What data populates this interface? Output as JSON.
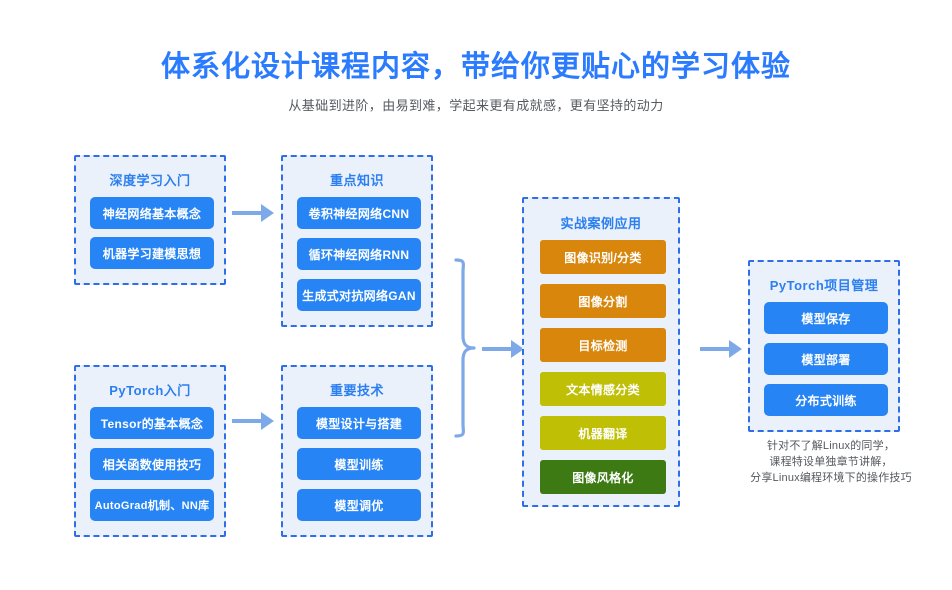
{
  "header": {
    "title": "体系化设计课程内容，带给你更贴心的学习体验",
    "subtitle": "从基础到进阶，由易到难，学起来更有成就感，更有坚持的动力"
  },
  "colors": {
    "title_blue": "#2B7BFF",
    "panel_border": "#2E6EE8",
    "panel_fill": "#EBF1FB",
    "chip_blue": "#2684F5",
    "chip_orange": "#D9860C",
    "chip_olive": "#BFBF06",
    "chip_green": "#3D7A14",
    "arrow_blue": "#7EA9E8"
  },
  "groups": {
    "deep_learning_intro": {
      "title": "深度学习入门",
      "items": [
        {
          "label": "神经网络基本概念",
          "color": "blue"
        },
        {
          "label": "机器学习建模思想",
          "color": "blue"
        }
      ]
    },
    "key_knowledge": {
      "title": "重点知识",
      "items": [
        {
          "label": "卷积神经网络CNN",
          "color": "blue"
        },
        {
          "label": "循环神经网络RNN",
          "color": "blue"
        },
        {
          "label": "生成式对抗网络GAN",
          "color": "blue"
        }
      ]
    },
    "pytorch_intro": {
      "title": "PyTorch入门",
      "items": [
        {
          "label": "Tensor的基本概念",
          "color": "blue"
        },
        {
          "label": "相关函数使用技巧",
          "color": "blue"
        },
        {
          "label": "AutoGrad机制、NN库",
          "color": "blue"
        }
      ]
    },
    "key_techniques": {
      "title": "重要技术",
      "items": [
        {
          "label": "模型设计与搭建",
          "color": "blue"
        },
        {
          "label": "模型训练",
          "color": "blue"
        },
        {
          "label": "模型调优",
          "color": "blue"
        }
      ]
    },
    "practical_cases": {
      "title": "实战案例应用",
      "items": [
        {
          "label": "图像识别/分类",
          "color": "orange"
        },
        {
          "label": "图像分割",
          "color": "orange"
        },
        {
          "label": "目标检测",
          "color": "orange"
        },
        {
          "label": "文本情感分类",
          "color": "olive"
        },
        {
          "label": "机器翻译",
          "color": "olive"
        },
        {
          "label": "图像风格化",
          "color": "green"
        }
      ]
    },
    "project_management": {
      "title": "PyTorch项目管理",
      "items": [
        {
          "label": "模型保存",
          "color": "blue"
        },
        {
          "label": "模型部署",
          "color": "blue"
        },
        {
          "label": "分布式训练",
          "color": "blue"
        }
      ]
    }
  },
  "connectors": {
    "arrow_top_left": "arrow-right",
    "arrow_bottom_left": "arrow-right",
    "arrow_brace_to_cases": "arrow-right",
    "arrow_cases_to_management": "arrow-right",
    "brace": "right-curly-brace"
  },
  "footnote": {
    "line1": "针对不了解Linux的同学，",
    "line2": "课程特设单独章节讲解，",
    "line3": "分享Linux编程环境下的操作技巧"
  }
}
